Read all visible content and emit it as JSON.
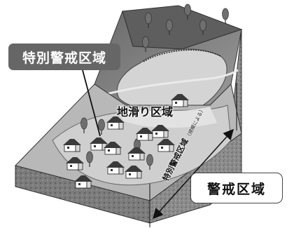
{
  "labels": {
    "special_warning_zone": "特別警戒区域",
    "landslide": "地滑り区域",
    "warning_zone": "警戒区域",
    "dimension_main": "特別警戒区域",
    "dimension_sub": "（規模による）"
  },
  "colors": {
    "callout_fill": "#666666",
    "callout_text": "#ffffff",
    "terrain_dark": "#5a5a5a",
    "terrain_light": "#c9c9c9"
  },
  "icons": [
    "tree-icon",
    "house-icon",
    "double-arrow-icon"
  ]
}
